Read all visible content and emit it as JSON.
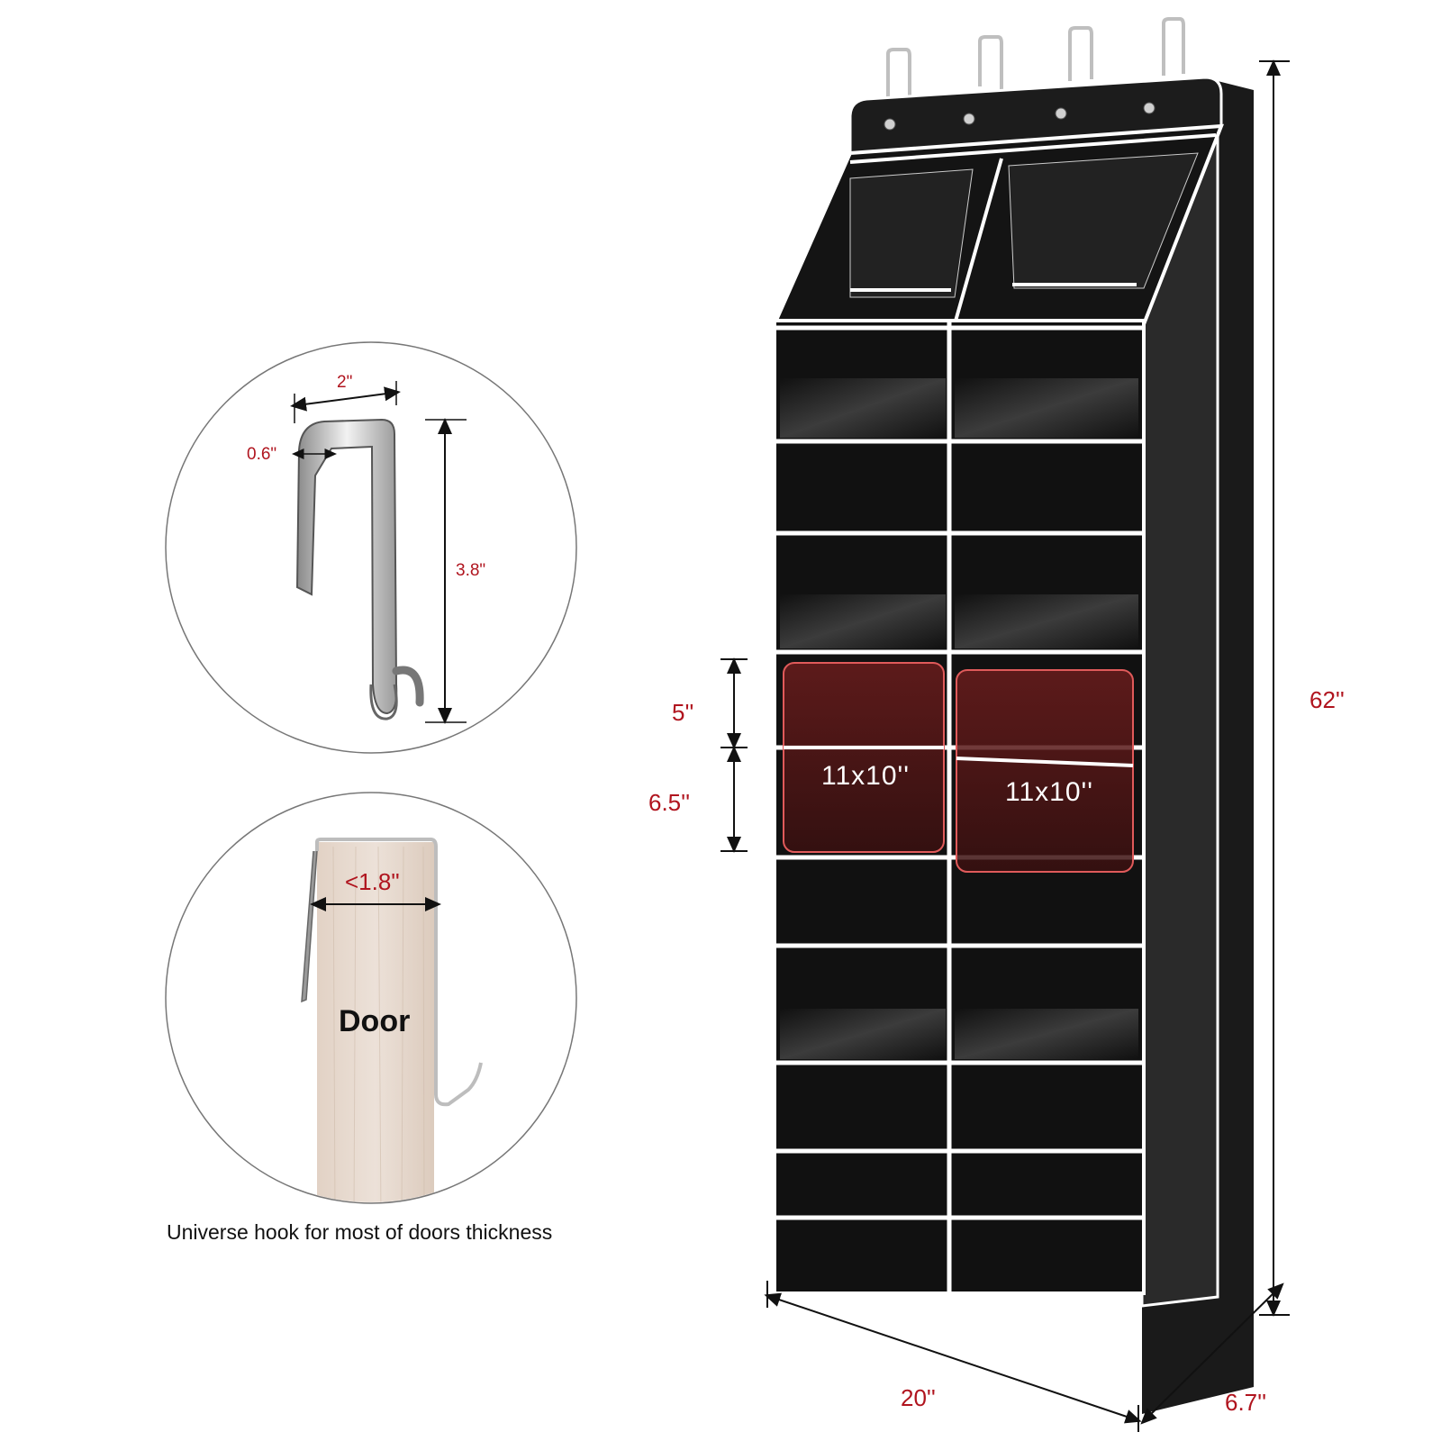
{
  "hook_detail": {
    "width_label": "2\"",
    "gap_label": "0.6\"",
    "height_label": "3.8\""
  },
  "door_detail": {
    "thickness_label": "<1.8\"",
    "door_label": "Door",
    "caption": "Universe hook for most of doors thickness"
  },
  "organizer": {
    "height_label": "62''",
    "width_label": "20''",
    "depth_label": "6.7''",
    "front_pocket_label": "5''",
    "pocket_height_label": "6.5''",
    "pocket_size_labels": [
      "11x10''",
      "11x10''"
    ]
  },
  "colors": {
    "fabric": "#111111",
    "trim": "#ffffff",
    "dimension": "#b0141e",
    "door_wood": "#e6d8cc"
  }
}
